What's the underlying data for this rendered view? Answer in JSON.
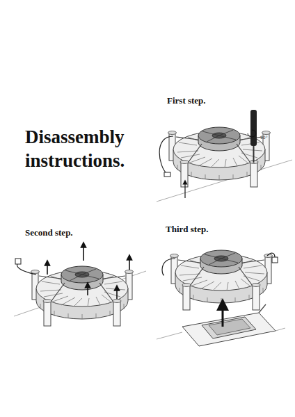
{
  "diagram": {
    "title": "Disassembly instructions.",
    "labels": [
      "First step.",
      "Second step.",
      "Third step."
    ]
  }
}
